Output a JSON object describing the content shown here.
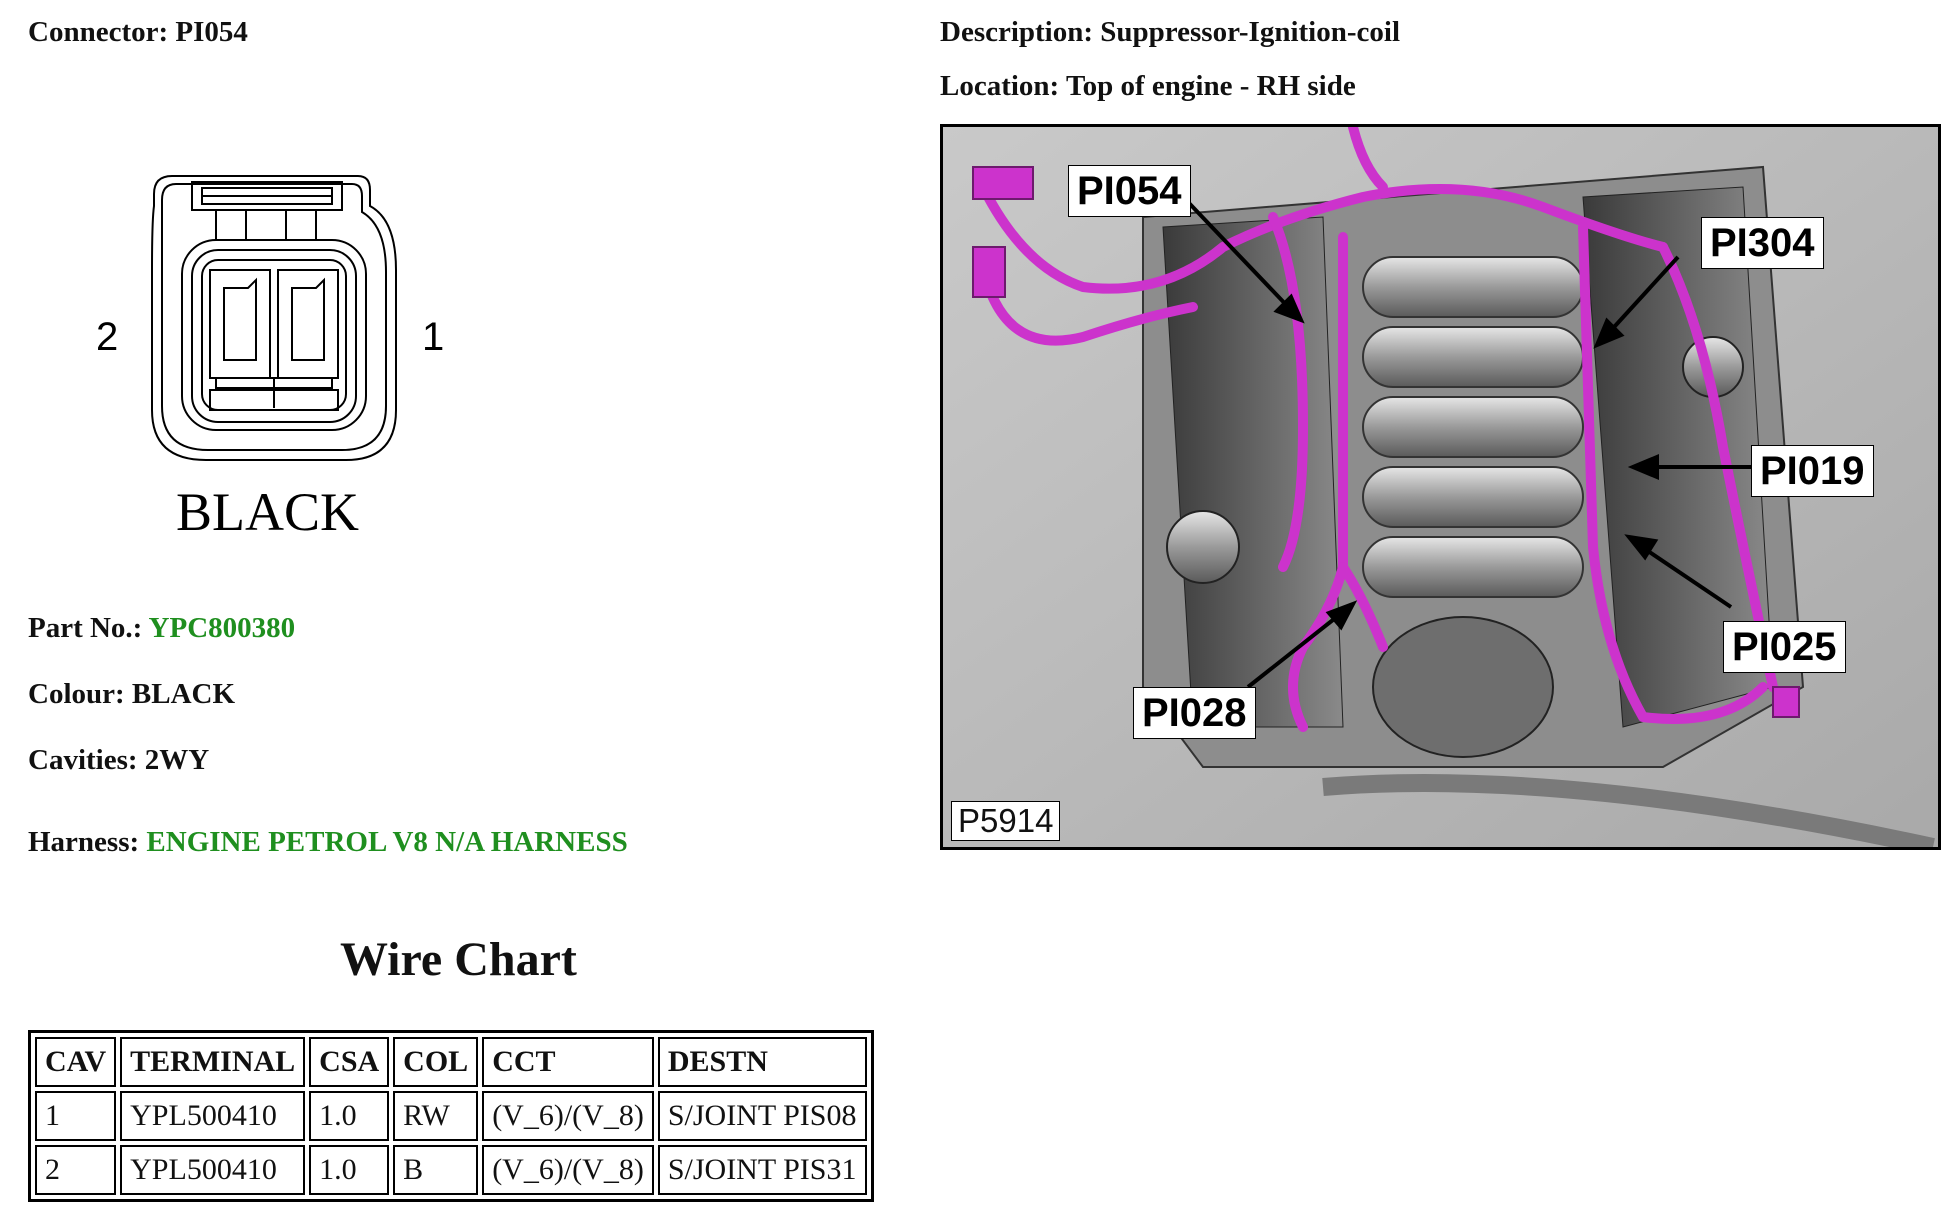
{
  "connector": {
    "label": "Connector:",
    "value": "PI054"
  },
  "description": {
    "label": "Description:",
    "value": "Suppressor-Ignition-coil"
  },
  "location": {
    "label": "Location:",
    "value": "Top of engine - RH side"
  },
  "diagram": {
    "pin_left": "2",
    "pin_right": "1",
    "color_text": "BLACK"
  },
  "part_no": {
    "label": "Part No.:",
    "value": "YPC800380"
  },
  "colour": {
    "label": "Colour:",
    "value": "BLACK"
  },
  "cavities": {
    "label": "Cavities:",
    "value": "2WY"
  },
  "harness": {
    "label": "Harness:",
    "value": "ENGINE PETROL V8 N/A HARNESS"
  },
  "wire_chart": {
    "title": "Wire Chart",
    "headers": [
      "CAV",
      "TERMINAL",
      "CSA",
      "COL",
      "CCT",
      "DESTN"
    ],
    "rows": [
      [
        "1",
        "YPL500410",
        "1.0",
        "RW",
        "(V_6)/(V_8)",
        "S/JOINT PIS08"
      ],
      [
        "2",
        "YPL500410",
        "1.0",
        "B",
        "(V_6)/(V_8)",
        "S/JOINT PIS31"
      ]
    ]
  },
  "photo": {
    "callouts": [
      "PI054",
      "PI304",
      "PI019",
      "PI025",
      "PI028"
    ],
    "reference": "P5914",
    "harness_color": "#cc33cc"
  }
}
